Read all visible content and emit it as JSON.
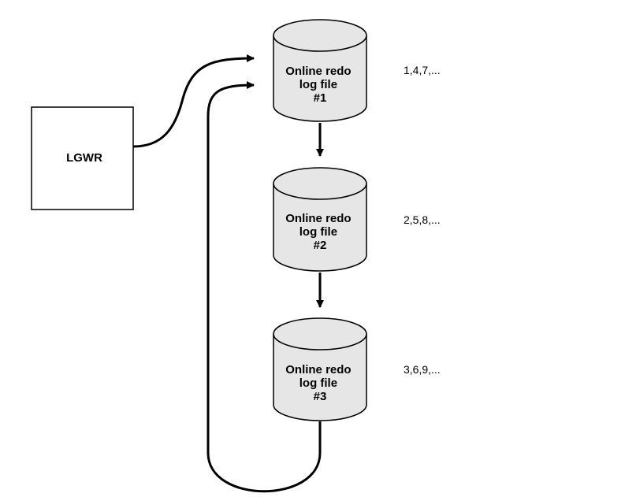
{
  "diagram": {
    "writer": {
      "label": "LGWR"
    },
    "log_files": [
      {
        "lines": [
          "Online redo",
          "log file",
          "#1"
        ],
        "sequences": "1,4,7,..."
      },
      {
        "lines": [
          "Online redo",
          "log file",
          "#2"
        ],
        "sequences": "2,5,8,..."
      },
      {
        "lines": [
          "Online redo",
          "log file",
          "#3"
        ],
        "sequences": "3,6,9,..."
      }
    ],
    "colors": {
      "cylinder_fill": "#e6e6e6",
      "stroke": "#000000",
      "background": "#ffffff"
    }
  }
}
